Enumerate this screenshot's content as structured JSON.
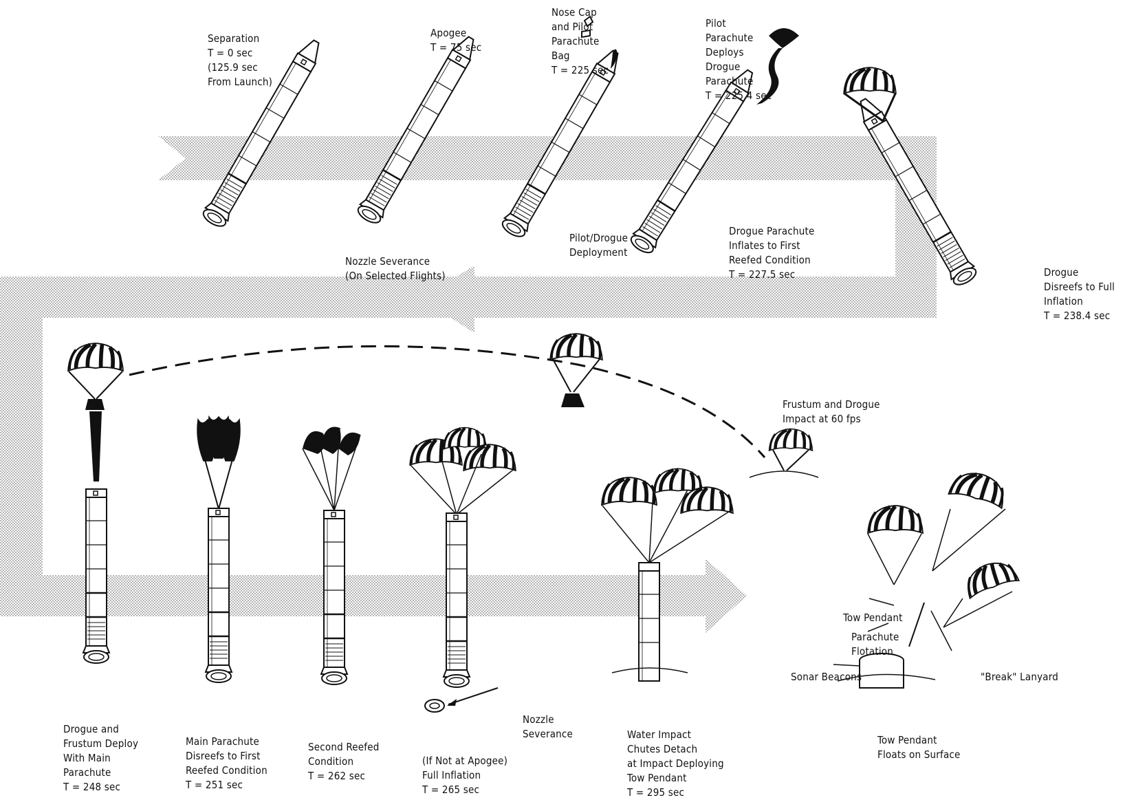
{
  "stages": {
    "separation": "Separation\nT = 0 sec\n(125.9 sec\nFrom Launch)",
    "apogee": "Apogee\nT = 75 sec",
    "nozzle_severance_optional": "Nozzle Severance\n(On Selected Flights)",
    "nose_cap": "Nose Cap\nand Pilot\nParachute\nBag\nT = 225 sec",
    "pilot_drogue_deployment": "Pilot/Drogue\nDeployment",
    "pilot_deploys_drogue": "Pilot\nParachute\nDeploys\nDrogue\nParachute\nT = 225.4 sec",
    "drogue_first_reefed": "Drogue Parachute\nInflates to First\nReefed Condition\nT = 227.5 sec",
    "drogue_disreefs": "Drogue\nDisreefs to Full\nInflation\nT = 238.4 sec",
    "frustum_impact": "Frustum and Drogue\nImpact at 60 fps",
    "drogue_frustum_main": "Drogue and\nFrustum Deploy\nWith Main\nParachute\nT = 248 sec",
    "main_first_reefed": "Main Parachute\nDisreefs to First\nReefed Condition\nT = 251 sec",
    "second_reefed": "Second Reefed\nCondition\nT = 262 sec",
    "nozzle_severance": "Nozzle\nSeverance",
    "full_inflation": "(If Not at Apogee)\nFull Inflation\nT = 265 sec",
    "water_impact": "Water Impact\nChutes Detach\nat Impact Deploying\nTow Pendant\nT = 295 sec",
    "tow_pendant": "Tow Pendant",
    "parachute_flotation": "Parachute\nFlotation",
    "sonar_beacons": "Sonar Beacons",
    "break_lanyard": "\"Break\" Lanyard",
    "tow_pendant_floats": "Tow Pendant\nFloats on Surface"
  },
  "colors": {
    "ink": "#111111",
    "band_dot": "#8a8a8a",
    "background": "#ffffff"
  }
}
